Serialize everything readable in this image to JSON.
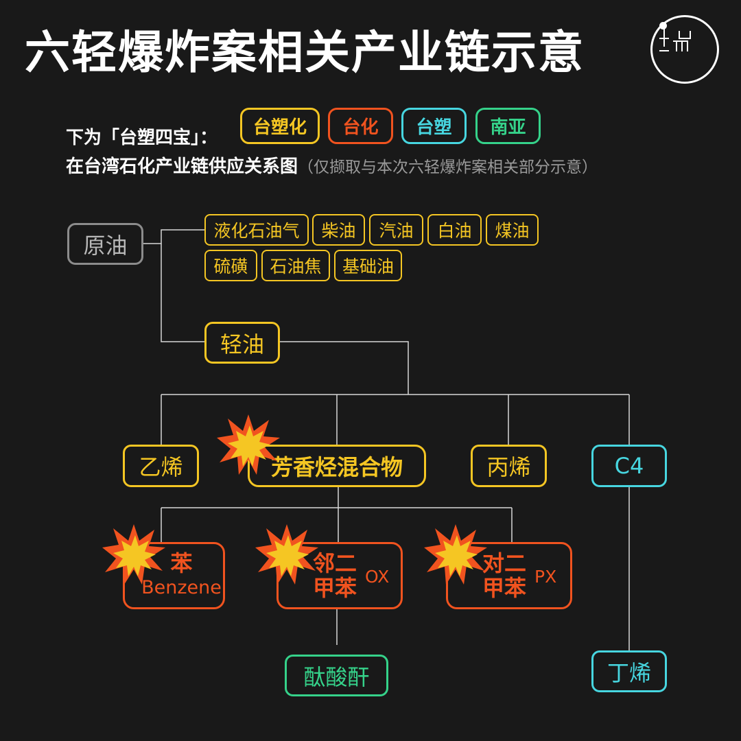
{
  "title": "六轻爆炸案相关产业链示意",
  "intro": {
    "line1": "下为「台塑四宝」：",
    "line2": "在台湾石化产业链供应关系图",
    "note": "（仅撷取与本次六轻爆炸案相关部分示意）"
  },
  "legend": [
    {
      "label": "台塑化",
      "color": "#f5c623"
    },
    {
      "label": "台化",
      "color": "#f1531f"
    },
    {
      "label": "台塑",
      "color": "#47d6e0"
    },
    {
      "label": "南亚",
      "color": "#35d28a"
    }
  ],
  "nodes": {
    "crude_oil": "原油",
    "oil_products": [
      "液化石油气",
      "柴油",
      "汽油",
      "白油",
      "煤油",
      "硫磺",
      "石油焦",
      "基础油"
    ],
    "naphtha": "轻油",
    "ethylene": "乙烯",
    "aromatics": "芳香烃混合物",
    "propylene": "丙烯",
    "c4": "C4",
    "benzene": {
      "cn": "苯",
      "en": "Benzene"
    },
    "ortho_xylene": {
      "line1": "邻二",
      "line2": "甲苯",
      "abbr": "OX"
    },
    "para_xylene": {
      "line1": "对二",
      "line2": "甲苯",
      "abbr": "PX"
    },
    "phthalic_anhydride": "酞酸酐",
    "butadiene": "丁烯"
  },
  "explosion_marker_color": "#f5c623"
}
